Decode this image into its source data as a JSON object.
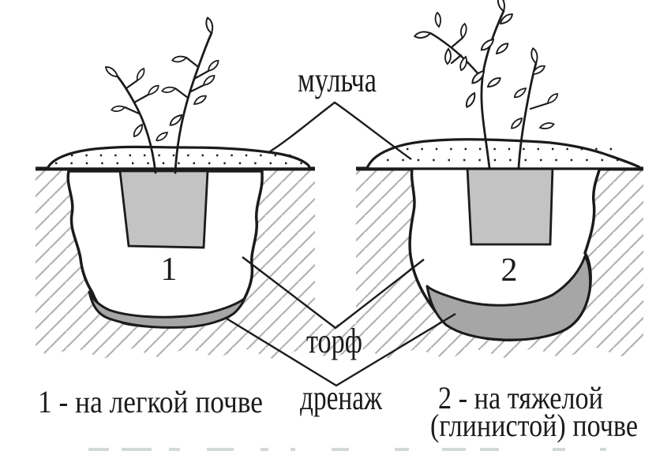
{
  "labels": {
    "mulch": "мульча",
    "peat": "торф",
    "drainage": "дренаж"
  },
  "pits": [
    {
      "number": "1",
      "caption": "1 - на легкой почве"
    },
    {
      "number": "2",
      "caption_line1": "2 - на тяжелой",
      "caption_line2": "(глинистой) почве"
    }
  ],
  "colors": {
    "line": "#1b1b1b",
    "hatch": "#b2b2b2",
    "root_ball": "#c3c3c3",
    "drainage": "#a6a6a6",
    "background": "#ffffff"
  }
}
